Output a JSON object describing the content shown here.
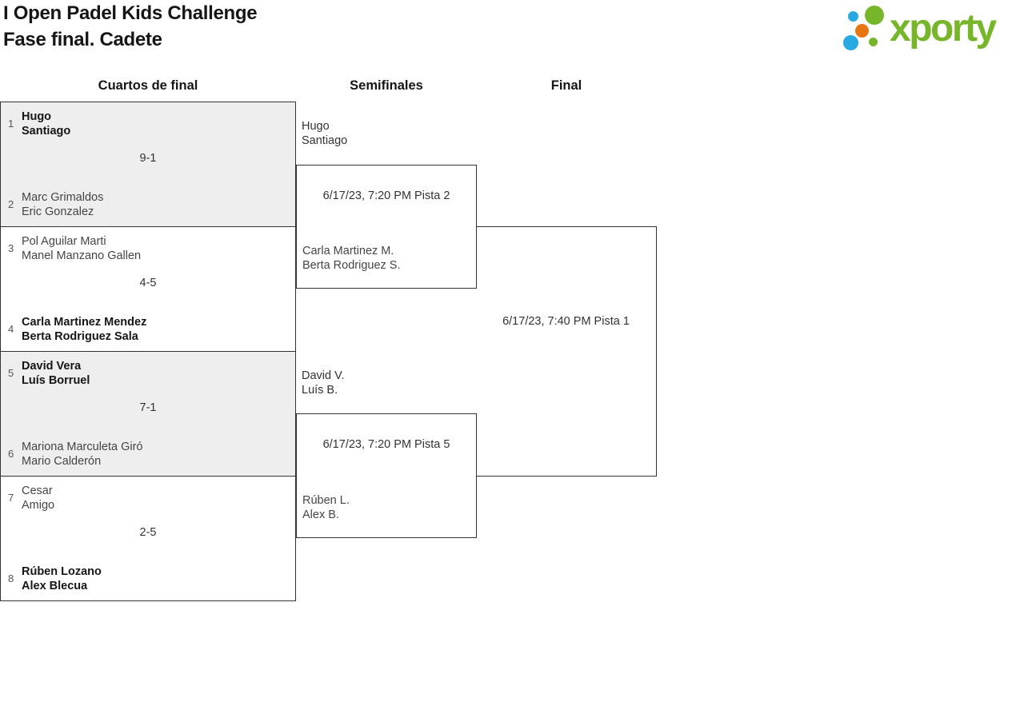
{
  "header": {
    "title_line1": "I Open Padel Kids Challenge",
    "title_line2": "Fase final. Cadete"
  },
  "logo": {
    "wordmark": "xporty",
    "brand_green": "#77b62b",
    "brand_blue": "#29a9e1",
    "brand_orange": "#e87511"
  },
  "round_headers": {
    "quarterfinals": "Cuartos de final",
    "semifinals": "Semifinales",
    "final": "Final"
  },
  "bracket": {
    "quarterfinals": [
      {
        "seed_top": "1",
        "team_top_line1": "Hugo",
        "team_top_line2": "Santiago",
        "team_top_winner": true,
        "score": "9-1",
        "seed_bottom": "2",
        "team_bottom_line1": "Marc Grimaldos",
        "team_bottom_line2": "Eric Gonzalez",
        "team_bottom_winner": false
      },
      {
        "seed_top": "3",
        "team_top_line1": "Pol Aguilar Marti",
        "team_top_line2": "Manel Manzano Gallen",
        "team_top_winner": false,
        "score": "4-5",
        "seed_bottom": "4",
        "team_bottom_line1": "Carla Martinez Mendez",
        "team_bottom_line2": "Berta Rodriguez Sala",
        "team_bottom_winner": true
      },
      {
        "seed_top": "5",
        "team_top_line1": "David Vera",
        "team_top_line2": "Luís Borruel",
        "team_top_winner": true,
        "score": "7-1",
        "seed_bottom": "6",
        "team_bottom_line1": "Mariona Marculeta Giró",
        "team_bottom_line2": "Mario Calderón",
        "team_bottom_winner": false
      },
      {
        "seed_top": "7",
        "team_top_line1": "Cesar",
        "team_top_line2": "Amigo",
        "team_top_winner": false,
        "score": "2-5",
        "seed_bottom": "8",
        "team_bottom_line1": "Rúben Lozano",
        "team_bottom_line2": "Alex Blecua",
        "team_bottom_winner": true
      }
    ],
    "semifinals": [
      {
        "team_top_line1": "Hugo",
        "team_top_line2": "Santiago",
        "match_info": "6/17/23, 7:20 PM Pista 2",
        "team_bottom_line1": "Carla Martinez M.",
        "team_bottom_line2": "Berta Rodriguez S."
      },
      {
        "team_top_line1": "David V.",
        "team_top_line2": "Luís B.",
        "match_info": "6/17/23, 7:20 PM Pista 5",
        "team_bottom_line1": "Rúben L.",
        "team_bottom_line2": "Alex B."
      }
    ],
    "final": {
      "match_info": "6/17/23, 7:40 PM Pista 1"
    }
  },
  "colors": {
    "border": "#333333",
    "box_gray": "#eeeeee",
    "winner_text": "#161616",
    "loser_text": "#454545"
  }
}
